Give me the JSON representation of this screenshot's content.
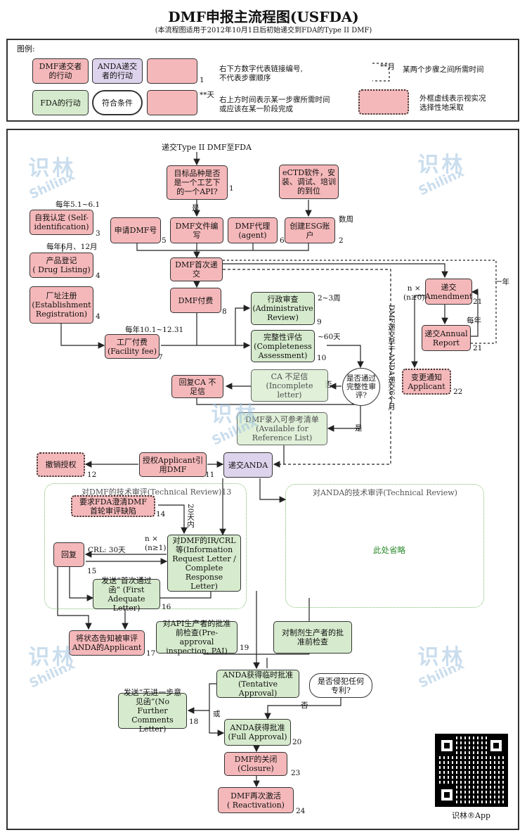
{
  "title": "DMF申报主流程图(USFDA)",
  "subtitle": "(本流程图适用于2012年10月1日后初始递交到FDA的Type II DMF)",
  "legend": {
    "heading": "图例:",
    "dmf_holder": "DMF递交者\n的行动",
    "anda_holder": "ANDA递交\n者的行动",
    "fda": "FDA的行动",
    "condition": "符合条件",
    "step_num": "1",
    "time_mark": "**天",
    "desc1": "右下方数字代表链接编号,\n不代表步骤顺序",
    "desc2": "右上方时间表示某一步骤所需时间\n或应该在某一阶段完成",
    "month_mark": "**月",
    "desc3": "某两个步骤之间所需时间",
    "desc4": "外框虚线表示视实况\n选择性地采取"
  },
  "flow": {
    "start": "递交Type II DMF至FDA",
    "n1": "目标品种是否\n是一个工艺下\n的一个API?",
    "yes1": "是",
    "n_ectd": "eCTD软件，安\n装、调试、培训\n的到位",
    "self_id_time": "每年5.1~6.1",
    "self_id": "自我认定 (Self-\nidentification)",
    "apply_dmf": "申请DMF号",
    "dmf_write": "DMF文件编\n写",
    "dmf_agent": "DMF代理\n(agent)",
    "esg": "创建ESG账\n户",
    "esg_time": "数周",
    "drug_time": "每年6月、12月",
    "drug_listing": "产品登记\n( Drug Listing)",
    "dmf_first": "DMF首次递\n交",
    "amendment": "递交\nAmendment",
    "amend_n": "n ×\n(n≥0)",
    "one_year": "一年",
    "every_year": "每年",
    "annual_report": "递交Annual\nReport",
    "change_notice": "变更通知\nApplicant",
    "establishment": "厂址注册\n(Establishment\nRegistration)",
    "dmf_fee": "DMF付费",
    "admin_review": "行政审查\n(Administrative\nReview)",
    "admin_time": "2~3周",
    "facility_time": "每年10.1~12.31",
    "facility_fee": "工厂付费\n(Facility fee)",
    "completeness": "完整性评估\n(Completeness\nAssessment)",
    "complete_time": "~60天",
    "pass_q": "是否通过\n完整性审\n评?",
    "no": "否",
    "yes": "是",
    "reply_ca": "回复CA 不\n足信",
    "ca_letter": "CA 不足信\n(Incomplete\nletter)",
    "six_months": "DMF递交早于ANDA递交6个月",
    "available_list": "DMF录入可参考清单\n(Available for\nReference List)",
    "revoke": "撤销授权",
    "authorize": "授权Applicant引\n用DMF",
    "submit_anda": "递交ANDA",
    "dmf_review_title": "对DMF的技术审评(Technical Review)13",
    "anda_review_title": "对ANDA的技术审评(Technical Review)",
    "omitted": "此处省略",
    "request_fda": "要求FDA澄清DMF\n首轮审评缺陷",
    "within20": "20天内",
    "reply": "回复",
    "crl": "CRL: 30天",
    "irn": "n ×\n(n≥1)",
    "ir_crl": "对DMF的IR/CRL\n等(Information\nRequest Letter /\nComplete Response\nLetter)",
    "first_adequate": "发送“首次通过\n函” (First\nAdequate Letter)",
    "notify": "将状态告知被审评\nANDA的Applicant",
    "pai": "对API生产者的批准\n前检查(Pre-approval\ninspection, PAI)",
    "formulation": "对制剂生产者的批\n准前检查",
    "tentative": "ANDA获得临时批准\n(Tentative Approval)",
    "patent_q": "是否侵犯任何\n专利?",
    "no2": "否",
    "or": "或",
    "no_further": "发送“无进一步意\n见函”(No Further\nComments Letter)",
    "full_approval": "ANDA获得批准\n(Full Approval)",
    "closure": "DMF的关闭\n(Closure)",
    "reactivation": "DMF再次激活\n( Reactivation)"
  },
  "numbers": {
    "n1": "1",
    "n2": "2",
    "n3": "3",
    "n4a": "4",
    "n4b": "4",
    "n5": "5",
    "n6": "6",
    "n7": "7",
    "n8": "8",
    "n9": "9",
    "n10": "10",
    "n11": "11",
    "n12": "12",
    "n14": "14",
    "n15": "15",
    "n16": "16",
    "n17": "17",
    "n18": "18",
    "n19": "19",
    "n20": "20",
    "n21a": "21",
    "n21b": "21",
    "n22": "22",
    "n23": "23",
    "n24": "24"
  },
  "watermark": {
    "cn": "识林",
    "en": "Shilinx"
  },
  "app_label": "识林®App",
  "colors": {
    "dmf_holder": "#f5b8ba",
    "anda_holder": "#ddd3ec",
    "fda": "#d6ebcd"
  }
}
